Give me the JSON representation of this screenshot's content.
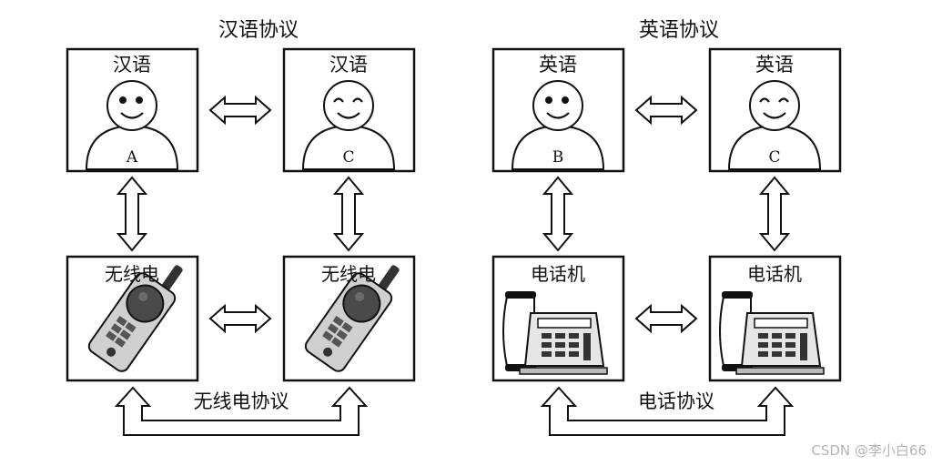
{
  "left": {
    "title": "汉语协议",
    "top_left": {
      "label": "汉语",
      "letter": "A"
    },
    "top_right": {
      "label": "汉语",
      "letter": "C"
    },
    "bottom_left": {
      "label": "无线电"
    },
    "bottom_right": {
      "label": "无线电"
    },
    "protocol_label": "无线电协议"
  },
  "right": {
    "title": "英语协议",
    "top_left": {
      "label": "英语",
      "letter": "B"
    },
    "top_right": {
      "label": "英语",
      "letter": "C"
    },
    "bottom_left": {
      "label": "电话机"
    },
    "bottom_right": {
      "label": "电话机"
    },
    "protocol_label": "电话协议"
  },
  "watermark": "CSDN @李小白66"
}
